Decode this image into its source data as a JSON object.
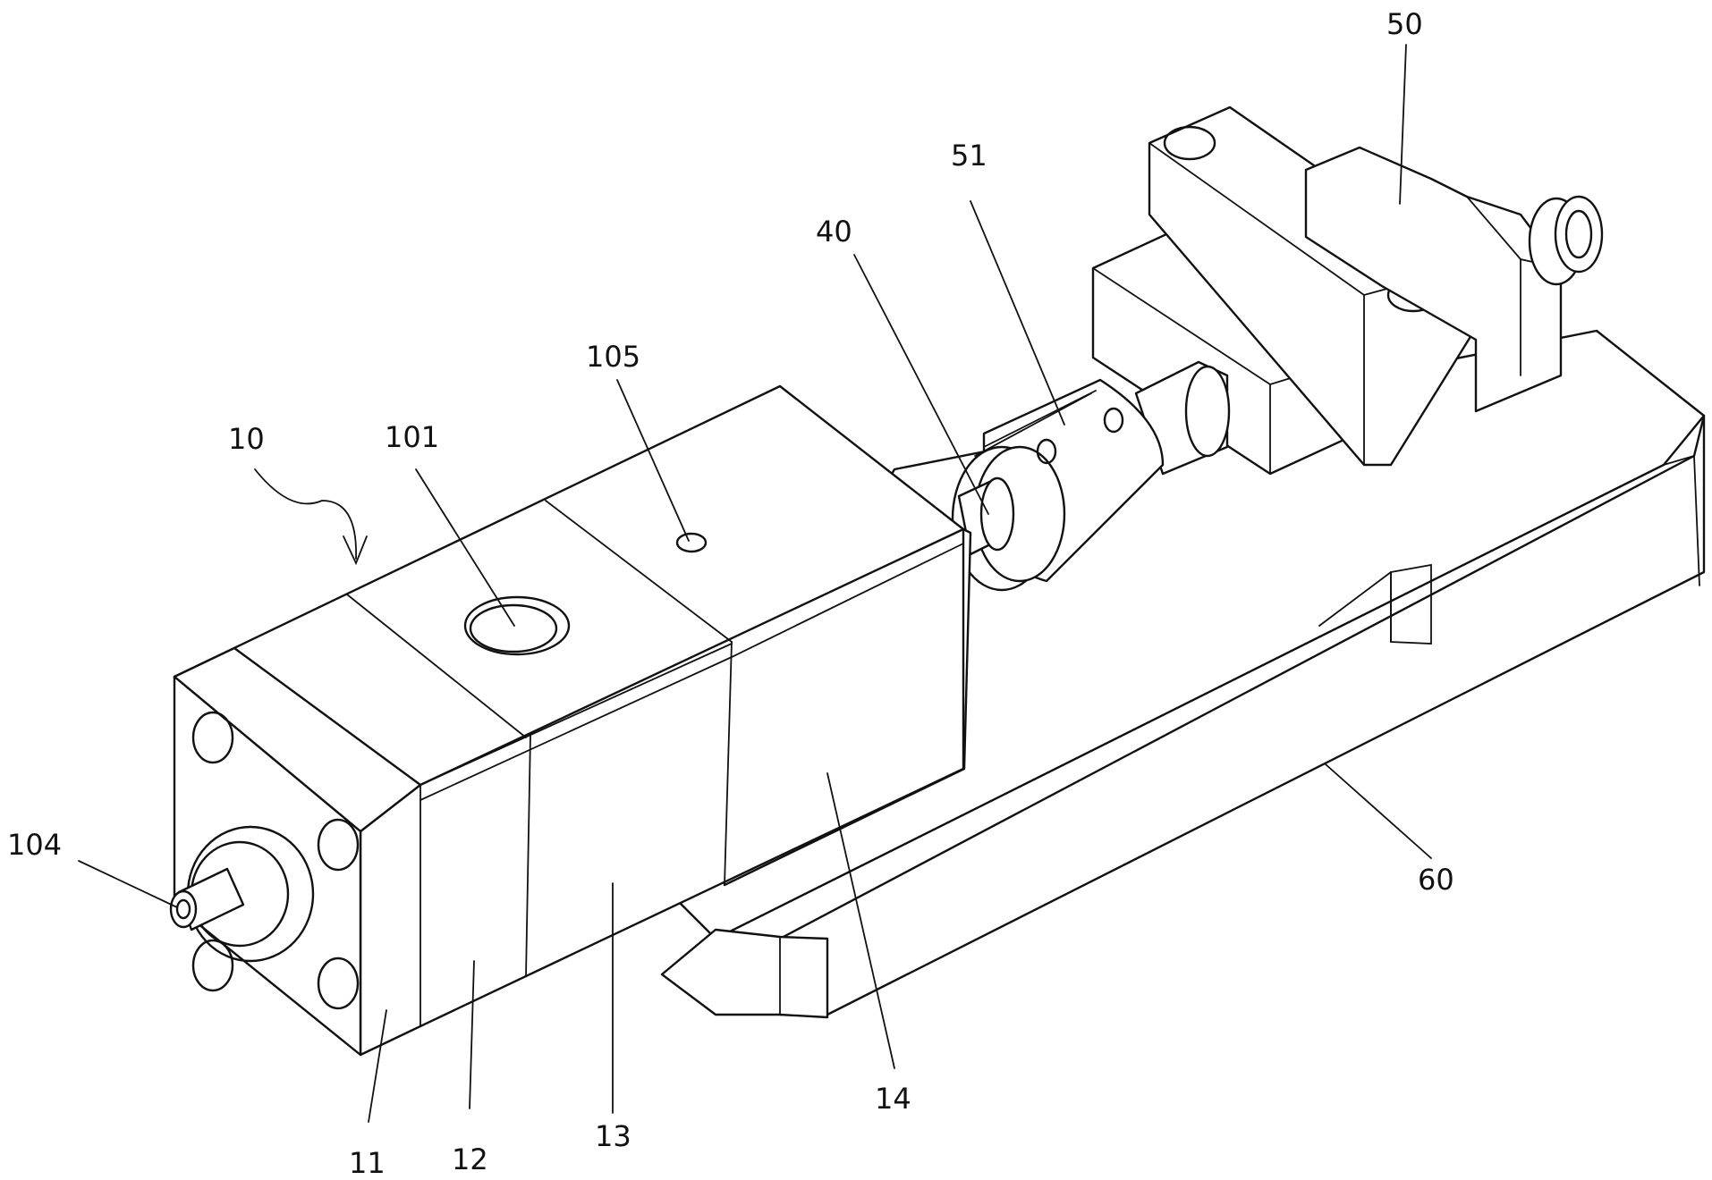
{
  "labels": {
    "l10": "10",
    "l101": "101",
    "l105": "105",
    "l40": "40",
    "l51": "51",
    "l50": "50",
    "l60": "60",
    "l104": "104",
    "l11": "11",
    "l12": "12",
    "l13": "13",
    "l14": "14"
  }
}
